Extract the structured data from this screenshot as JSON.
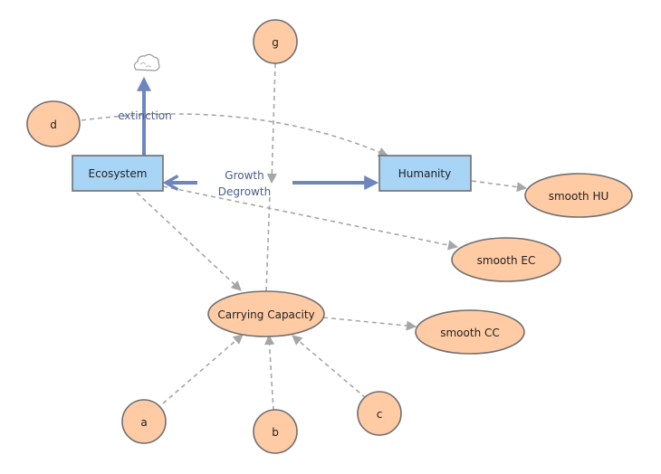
{
  "stocks": {
    "ecosystem": "Ecosystem",
    "humanity": "Humanity"
  },
  "flows": {
    "growth_line1": "Growth",
    "growth_line2": "Degrowth",
    "extinction": "extinction"
  },
  "variables": {
    "carrying_capacity": "Carrying Capacity",
    "smooth_hu": "smooth HU",
    "smooth_ec": "smooth EC",
    "smooth_cc": "smooth CC",
    "a": "a",
    "b": "b",
    "c": "c",
    "d": "d",
    "g": "g"
  },
  "colors": {
    "stock_fill": "#a8d4f5",
    "variable_fill": "#ffcba4",
    "flow": "#6e86bd",
    "link": "#a6a6a6"
  },
  "icons": {
    "cloud_sink": "cloud-icon"
  }
}
